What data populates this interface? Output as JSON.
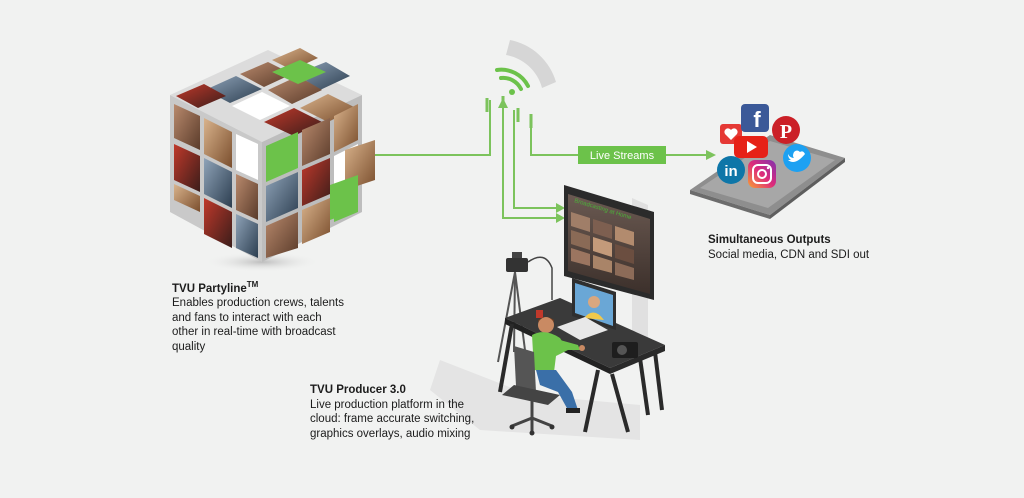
{
  "diagram": {
    "colors": {
      "accent_green": "#6cc24a",
      "line_green": "#7cc35c",
      "background": "#f1f2f1",
      "device_gray": "#9a9a9a",
      "facebook": "#3b5998",
      "pinterest": "#cb2027",
      "youtube": "#e62117",
      "twitter": "#1da1f2",
      "linkedin": "#0e76a8",
      "instagram": "#c13584"
    },
    "partyline": {
      "title": "TVU Partyline",
      "trademark": "TM",
      "desc_lines": [
        "Enables production crews, talents",
        "and fans to interact with each",
        "other in real-time with broadcast",
        "quality"
      ]
    },
    "producer": {
      "title": "TVU Producer 3.0",
      "desc_lines": [
        "Live production platform in the",
        "cloud: frame accurate switching,",
        "graphics overlays, audio mixing"
      ]
    },
    "outputs": {
      "title": "Simultaneous Outputs",
      "desc_lines": [
        "Social media, CDN and SDI out"
      ]
    },
    "live_streams_label": "Live Streams",
    "screen_caption": "Broadcasting at Home",
    "icons": [
      "cube-photo-mosaic-icon",
      "wifi-signal-icon",
      "tablet-icon",
      "facebook-icon",
      "pinterest-icon",
      "youtube-icon",
      "twitter-icon",
      "linkedin-icon",
      "instagram-icon",
      "heart-icon",
      "camera-tripod-icon",
      "monitor-icon",
      "laptop-icon",
      "desk-icon",
      "operator-person-icon",
      "office-chair-icon"
    ]
  }
}
